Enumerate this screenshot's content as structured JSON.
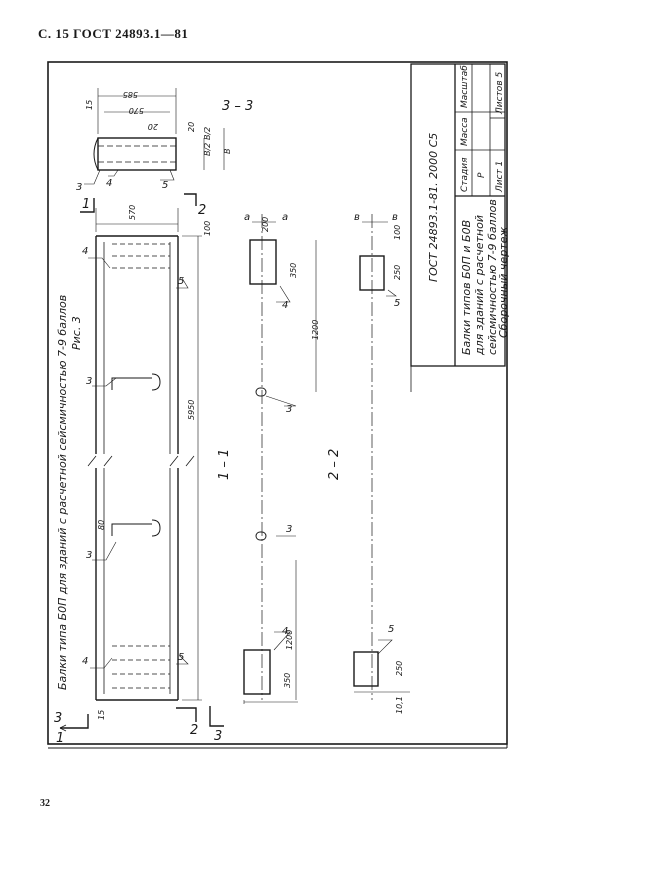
{
  "header": {
    "page": "С. 15",
    "standard": "ГОСТ  24893.1—81"
  },
  "footer": {
    "page_number": "32"
  },
  "drawing": {
    "title": "Балки типа Б0П для зданий с расчетной сейсмичностью 7-9 баллов",
    "figure": "Рис. 3",
    "sections": {
      "s11": "1 – 1",
      "s22": "2 – 2",
      "s33": "3 – 3"
    },
    "cut_marks": {
      "c1": "1",
      "c2": "2",
      "c3": "3"
    },
    "dims": {
      "d5950": "5950",
      "d1200a": "1200",
      "d1200b": "1200",
      "d350a": "350",
      "d350b": "350",
      "d250a": "250",
      "d250b": "250",
      "d570a": "570",
      "d570b": "570",
      "d585": "585",
      "d200": "200",
      "d100a": "100",
      "d100b": "100",
      "d80": "80",
      "d15a": "15",
      "d15b": "15",
      "d20a": "20",
      "d20b": "20",
      "dB2a": "B/2",
      "dB2b": "B/2",
      "dB": "B",
      "dm": "10,1"
    },
    "positions": [
      "3",
      "4",
      "5"
    ],
    "letters": {
      "a": "а",
      "b": "в"
    }
  },
  "title_block": {
    "doc_code": "ГОСТ 24893.1-81. 2000 С5",
    "name_lines": [
      "Балки типов Б0П и Б0В",
      "для зданий с расчетной",
      "сейсмичностью 7-9 баллов",
      "Сборочный чертеж"
    ],
    "col_stage": "Стадия",
    "col_mass": "Масса",
    "col_scale": "Масштаб",
    "stage_value": "Р",
    "sheet": "Лист 1",
    "sheets": "Листов 5"
  }
}
